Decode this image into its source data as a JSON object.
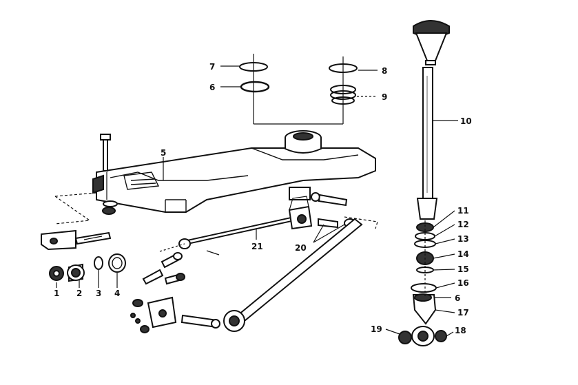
{
  "callouts": [
    {
      "id": "1",
      "label": "1"
    },
    {
      "id": "2",
      "label": "2"
    },
    {
      "id": "3",
      "label": "3"
    },
    {
      "id": "4",
      "label": "4"
    },
    {
      "id": "5",
      "label": "5"
    },
    {
      "id": "6a",
      "label": "6"
    },
    {
      "id": "6b",
      "label": "6"
    },
    {
      "id": "7",
      "label": "7"
    },
    {
      "id": "8",
      "label": "8"
    },
    {
      "id": "9",
      "label": "9"
    },
    {
      "id": "10",
      "label": "10"
    },
    {
      "id": "11",
      "label": "11"
    },
    {
      "id": "12",
      "label": "12"
    },
    {
      "id": "13",
      "label": "13"
    },
    {
      "id": "14",
      "label": "14"
    },
    {
      "id": "15",
      "label": "15"
    },
    {
      "id": "16",
      "label": "16"
    },
    {
      "id": "17",
      "label": "17"
    },
    {
      "id": "18",
      "label": "18"
    },
    {
      "id": "19",
      "label": "19"
    },
    {
      "id": "20",
      "label": "20"
    },
    {
      "id": "21",
      "label": "21"
    }
  ]
}
